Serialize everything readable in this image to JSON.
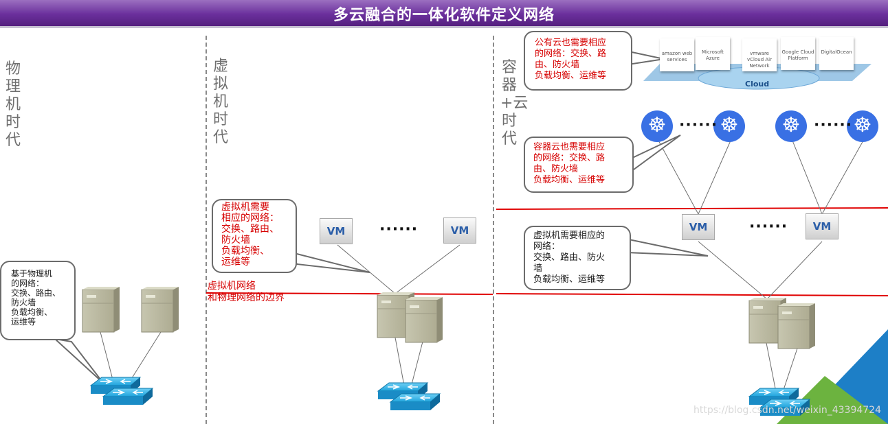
{
  "title": "多云融合的一体化软件定义网络",
  "eras": {
    "physical": "物理机时代",
    "virtual": "虚拟机时代",
    "container": "容器+云时代"
  },
  "callouts": {
    "physical": "基于物理机\n的网络：\n交换、路由、\n防火墙\n负载均衡、\n运维等",
    "virtual": "虚拟机需要\n相应的网络：\n交换、路由、\n防火墙\n负载均衡、\n运维等",
    "public_cloud": "公有云也需要相应\n的网络：交换、路\n由、防火墙\n负载均衡、运维等",
    "container_cloud": "容器云也需要相应\n的网络：交换、路\n由、防火墙\n负载均衡、运维等",
    "vm_right": "虚拟机需要相应的\n网络：\n交换、路由、防火\n墙\n负载均衡、运维等"
  },
  "boundary_note": "虚拟机网络\n和物理网络的边界",
  "vm_label": "VM",
  "dots": "······",
  "cloud_label": "Cloud",
  "vendors": [
    "amazon web services",
    "Microsoft Azure",
    "vmware vCloud Air Network",
    "Google Cloud Platform",
    "DigitalOcean"
  ],
  "watermark": "https://blog.csdn.net/weixin_43394724",
  "colors": {
    "title_bar": "#6a2f9c",
    "boundary": "#e00000",
    "switch": "#1fa3dc",
    "kubernetes": "#3970e4",
    "vm_text": "#2b5ea8"
  },
  "icons": [
    "server-icon",
    "switch-icon",
    "kubernetes-icon",
    "vm-icon",
    "cloud-icon"
  ]
}
